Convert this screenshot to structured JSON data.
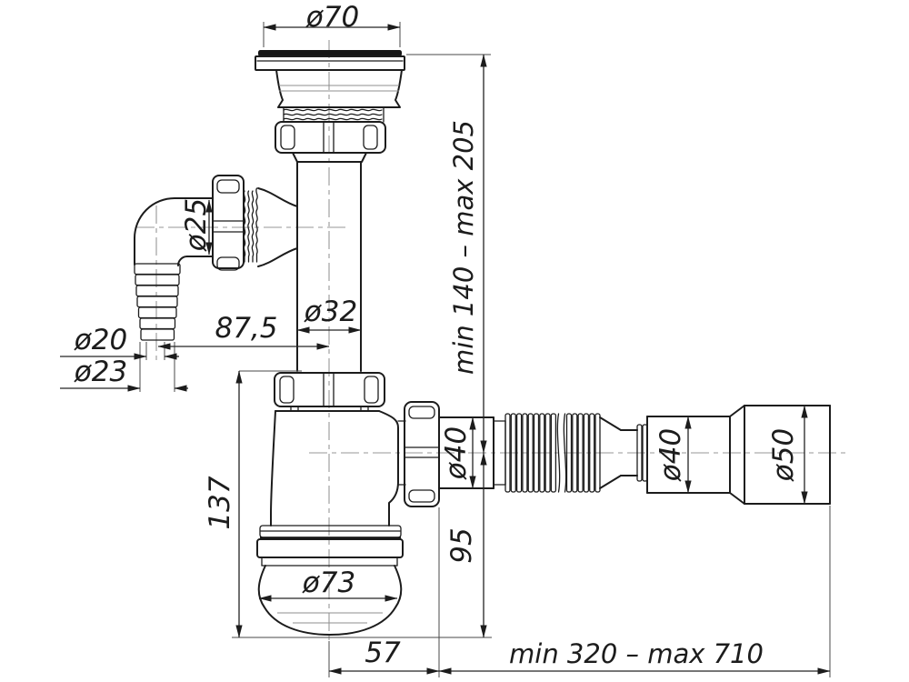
{
  "drawing": {
    "kind": "technical-drawing",
    "subject": "bottle trap siphon with corrugated outlet pipe and appliance branch",
    "units": "mm",
    "colors": {
      "line": "#1c1c1c",
      "centerline": "#979797",
      "background": "#ffffff"
    },
    "labels": {
      "flange_diameter": "ø70",
      "branch_diameter": "ø25",
      "hose_barb_inner": "ø20",
      "hose_barb_outer": "ø23",
      "branch_offset": "87,5",
      "tube_diameter": "ø32",
      "height_range": "min 140 – max 205",
      "body_height": "137",
      "cup_diameter": "ø73",
      "outlet_diameter": "ø40",
      "outlet_drop": "95",
      "cuff_diameter": "ø40",
      "end_diameter": "ø50",
      "outlet_offset": "57",
      "pipe_length_range": "min 320 – max 710"
    }
  }
}
